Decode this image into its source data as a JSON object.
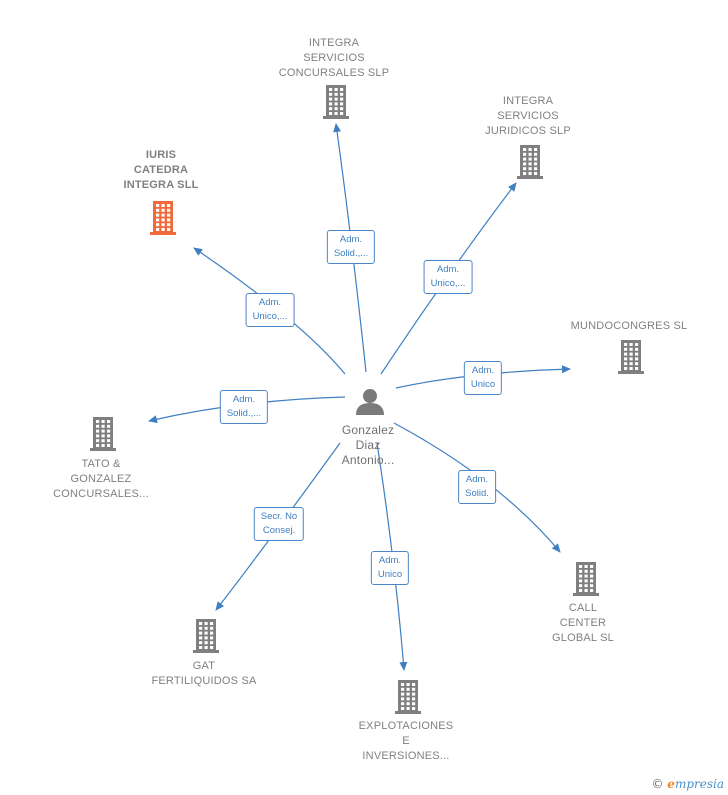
{
  "colors": {
    "edge": "#3f7fc1",
    "building": "#7f7f7f",
    "highlight": "#f26a3a",
    "person": "#7a7a7a"
  },
  "center": {
    "label": "Gonzalez\nDiaz\nAntonio...",
    "icon": "person-icon"
  },
  "companies": [
    {
      "id": "integra-concursales",
      "label": "INTEGRA\nSERVICIOS\nCONCURSALES SLP",
      "role": "Adm.\nSolid.,...",
      "highlight": false
    },
    {
      "id": "integra-juridicos",
      "label": "INTEGRA\nSERVICIOS\nJURIDICOS SLP",
      "role": "Adm.\nUnico,...",
      "highlight": false
    },
    {
      "id": "iuris-catedra",
      "label": "IURIS\nCATEDRA\nINTEGRA  SLL",
      "role": "Adm.\nUnico,...",
      "highlight": true
    },
    {
      "id": "mundocongres",
      "label": "MUNDOCONGRES SL",
      "role": "Adm.\nUnico",
      "highlight": false
    },
    {
      "id": "tato-gonzalez",
      "label": "TATO &\nGONZALEZ\nCONCURSALES...",
      "role": "Adm.\nSolid.,...",
      "highlight": false
    },
    {
      "id": "call-center",
      "label": "CALL\nCENTER\nGLOBAL SL",
      "role": "Adm.\nSolid.",
      "highlight": false
    },
    {
      "id": "gat-fertiliquidos",
      "label": "GAT\nFERTILIQUIDOS SA",
      "role": "Secr.  No\nConsej.",
      "highlight": false
    },
    {
      "id": "explotaciones",
      "label": "EXPLOTACIONES\nE\nINVERSIONES...",
      "role": "Adm.\nUnico",
      "highlight": false
    }
  ],
  "copyright": {
    "symbol": "©",
    "brand_initial": "e",
    "brand_rest": "mpresia"
  }
}
